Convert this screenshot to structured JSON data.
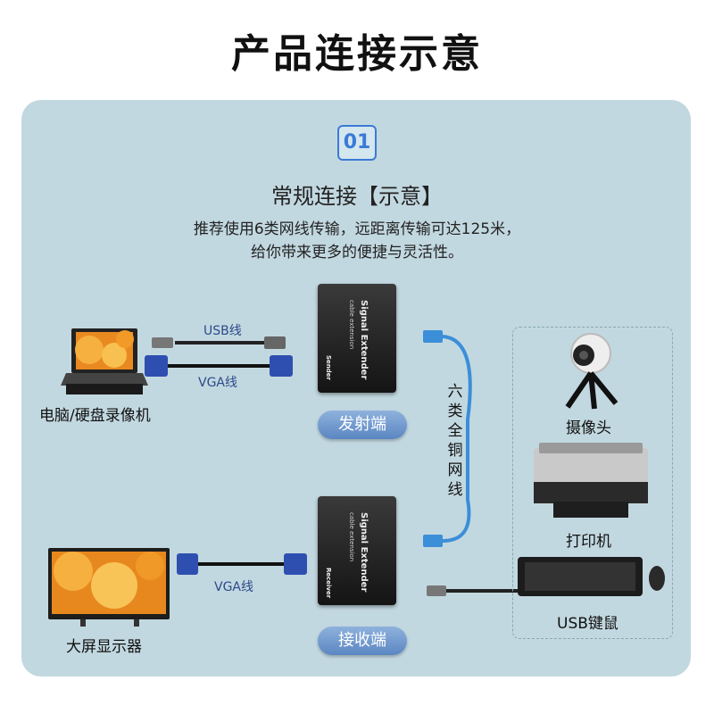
{
  "title": "产品连接示意",
  "step_badge": "01",
  "subtitle": "常规连接【示意】",
  "description": [
    "推荐使用6类网线传输，远距离传输可达125米，",
    "给你带来更多的便捷与灵活性。"
  ],
  "left_devices": {
    "laptop": "电脑/硬盘录像机",
    "tv": "大屏显示器"
  },
  "cables": {
    "usb": "USB线",
    "vga_top": "VGA线",
    "vga_bottom": "VGA线",
    "network": "六类全铜网线"
  },
  "extender": {
    "name": "Signal Extender",
    "sub": "cable extension",
    "sender_role": "Sender",
    "receiver_role": "Receiver"
  },
  "buttons": {
    "sender": "发射端",
    "receiver": "接收端"
  },
  "right_devices": {
    "camera": "摄像头",
    "printer": "打印机",
    "keyboard_mouse": "USB键鼠"
  },
  "colors": {
    "panel": "#c2d8e0",
    "accent": "#3a7bd5",
    "pill": "#6f96cc",
    "network_cable": "#3b8ed8"
  }
}
